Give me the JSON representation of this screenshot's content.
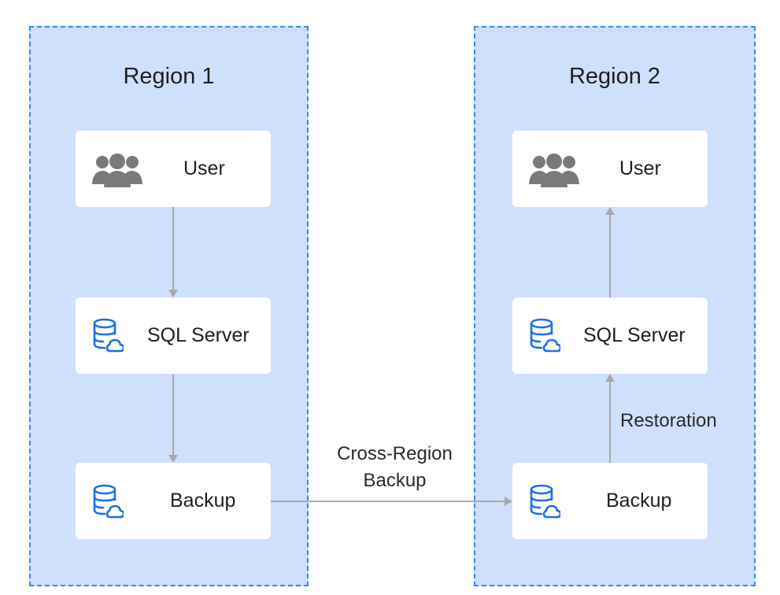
{
  "regions": [
    {
      "title": "Region 1",
      "nodes": {
        "user": {
          "label": "User",
          "icon": "users-icon"
        },
        "sql": {
          "label": "SQL Server",
          "icon": "database-cloud-icon"
        },
        "backup": {
          "label": "Backup",
          "icon": "database-cloud-icon"
        }
      }
    },
    {
      "title": "Region 2",
      "nodes": {
        "user": {
          "label": "User",
          "icon": "users-icon"
        },
        "sql": {
          "label": "SQL Server",
          "icon": "database-cloud-icon"
        },
        "backup": {
          "label": "Backup",
          "icon": "database-cloud-icon"
        }
      }
    }
  ],
  "connectors": {
    "cross_region_line1": "Cross-Region",
    "cross_region_line2": "Backup",
    "restoration": "Restoration"
  },
  "colors": {
    "region_fill": "#cfe0fb",
    "region_border": "#3d86f0",
    "db_icon": "#1f6fe5",
    "user_icon": "#7a7a7a",
    "arrow": "#a9a9a9"
  }
}
